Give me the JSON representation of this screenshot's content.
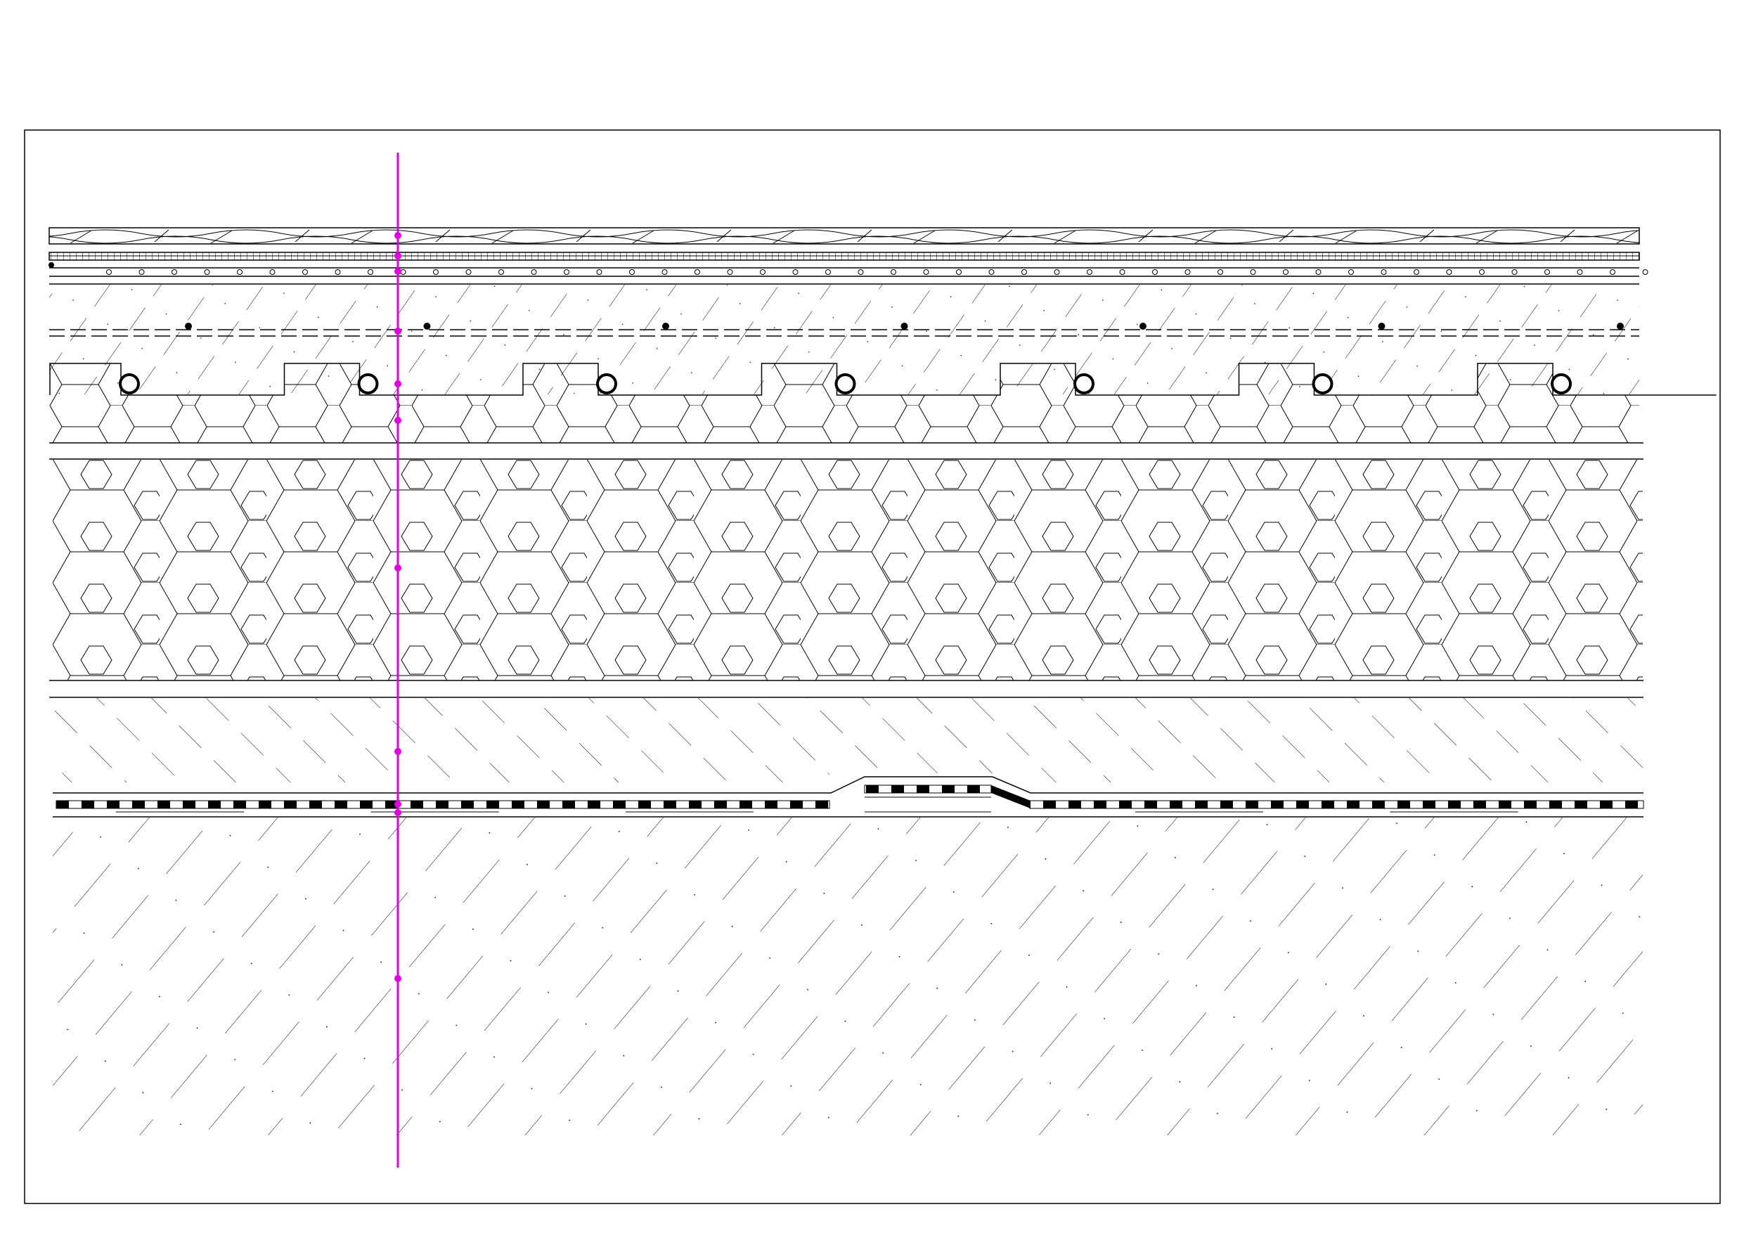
{
  "drawing": {
    "colors": {
      "line": "#000000",
      "section_marker": "#e600e6",
      "background": "#ffffff"
    },
    "layers": [
      {
        "name": "wood-flooring"
      },
      {
        "name": "grid-underlay"
      },
      {
        "name": "dotted-interlayer"
      },
      {
        "name": "screed-with-mesh"
      },
      {
        "name": "profiled-insulation-with-pipes"
      },
      {
        "name": "insulation"
      },
      {
        "name": "fill-layer"
      },
      {
        "name": "waterproof-membrane-with-overlap"
      },
      {
        "name": "concrete-slab"
      }
    ],
    "heating_pipe_count": 7,
    "section_marker_points": 11
  }
}
